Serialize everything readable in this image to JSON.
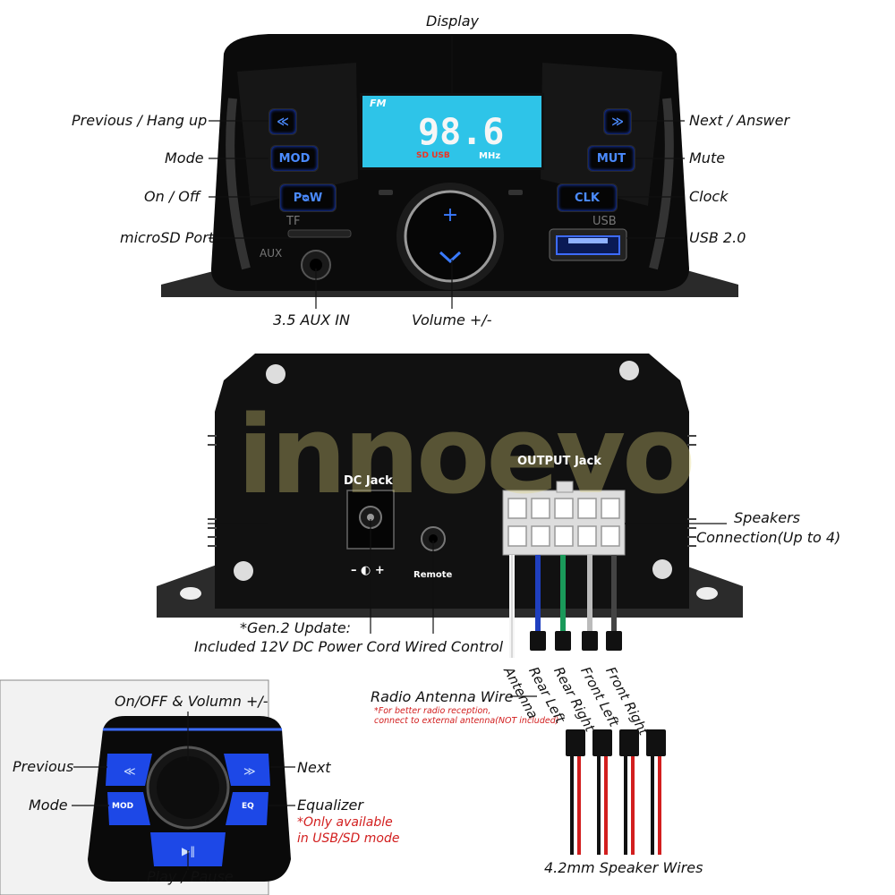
{
  "front_panel": {
    "labels": {
      "display": "Display",
      "previous_hang_up": "Previous / Hang up",
      "mode": "Mode",
      "on_off": "On / Off",
      "microsd_port": "microSD Port",
      "aux_in": "3.5 AUX IN",
      "volume": "Volume +/-",
      "next_answer": "Next / Answer",
      "mute": "Mute",
      "clock": "Clock",
      "usb": "USB 2.0"
    },
    "buttons": {
      "mod": "MOD",
      "pow": "PᴓW",
      "mut": "MUT",
      "clk": "CLK"
    },
    "lcd": {
      "band": "FM",
      "frequency": "98.6",
      "unit": "MHz",
      "sources": "SD USB"
    },
    "panel_text": {
      "tf": "TF",
      "aux": "AUX",
      "usb": "USB"
    }
  },
  "rear_panel": {
    "watermark": "innoevo",
    "dc_jack": "DC Jack",
    "output_jack": "OUTPUT Jack",
    "remote": "Remote",
    "labels": {
      "speakers_line1": "Speakers",
      "speakers_line2": "Connection(Up to 4)",
      "gen2_line1": "*Gen.2 Update:",
      "gen2_line2": "Included 12V DC Power Cord",
      "wired_control": "Wired Control",
      "radio_antenna": "Radio Antenna Wire",
      "antenna_note_line1": "*For better radio reception,",
      "antenna_note_line2": "connect to external antenna(NOT included)",
      "speaker_wires": "4.2mm Speaker Wires"
    },
    "wires": [
      "Antenna",
      "Rear Left",
      "Rear Right",
      "Front Left",
      "Front Right"
    ]
  },
  "remote": {
    "labels": {
      "on_off_volume": "On/OFF & Volumn +/-",
      "previous": "Previous",
      "next": "Next",
      "mode": "Mode",
      "equalizer": "Equalizer",
      "eq_note_line1": "*Only available",
      "eq_note_line2": "in USB/SD mode",
      "play_pause": "Play / Pause"
    },
    "buttons": {
      "mod": "MOD",
      "eq": "EQ"
    }
  }
}
